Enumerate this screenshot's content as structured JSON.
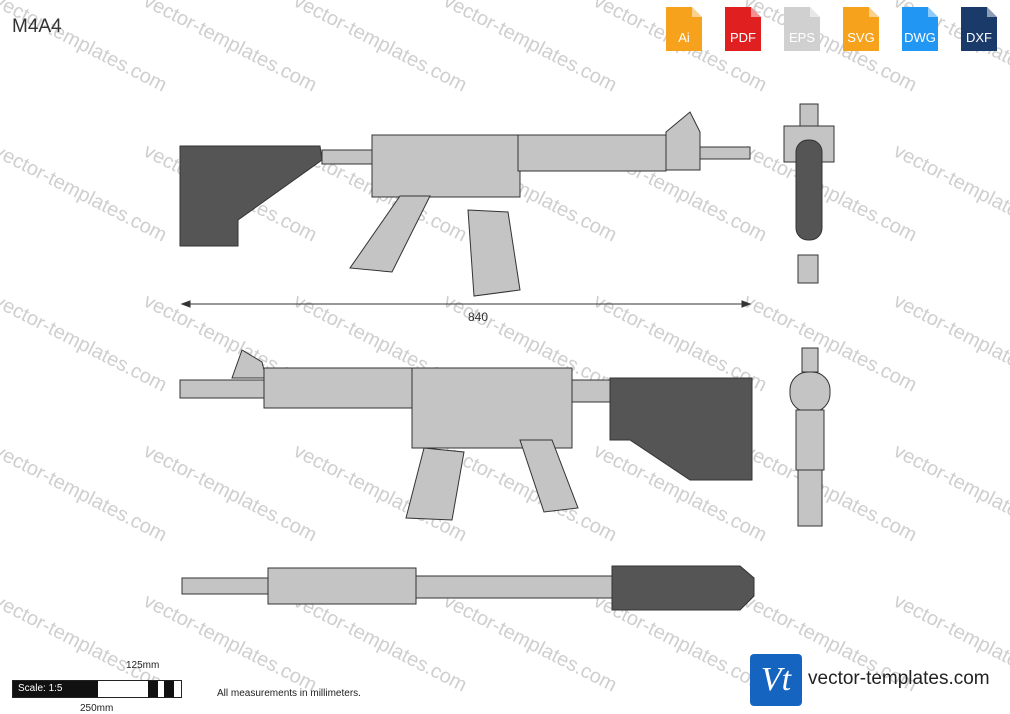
{
  "title": "M4A4",
  "watermark_text": "vector-templates.com",
  "formats": [
    {
      "label": "Ai",
      "color": "#f7a21c"
    },
    {
      "label": "PDF",
      "color": "#e02020"
    },
    {
      "label": "EPS",
      "color": "#d0d0d0"
    },
    {
      "label": "SVG",
      "color": "#f7a21c"
    },
    {
      "label": "DWG",
      "color": "#2196f3"
    },
    {
      "label": "DXF",
      "color": "#1a3a6a"
    }
  ],
  "dimension": "840",
  "scale": {
    "label": "Scale: 1:5",
    "mark_125": "125mm",
    "mark_250": "250mm"
  },
  "note": "All measurements in millimeters.",
  "brand": {
    "logo": "Vt",
    "name": "vector-templates.com"
  },
  "colors": {
    "body": "#c4c4c4",
    "stock": "#555555",
    "outline": "#333333"
  }
}
